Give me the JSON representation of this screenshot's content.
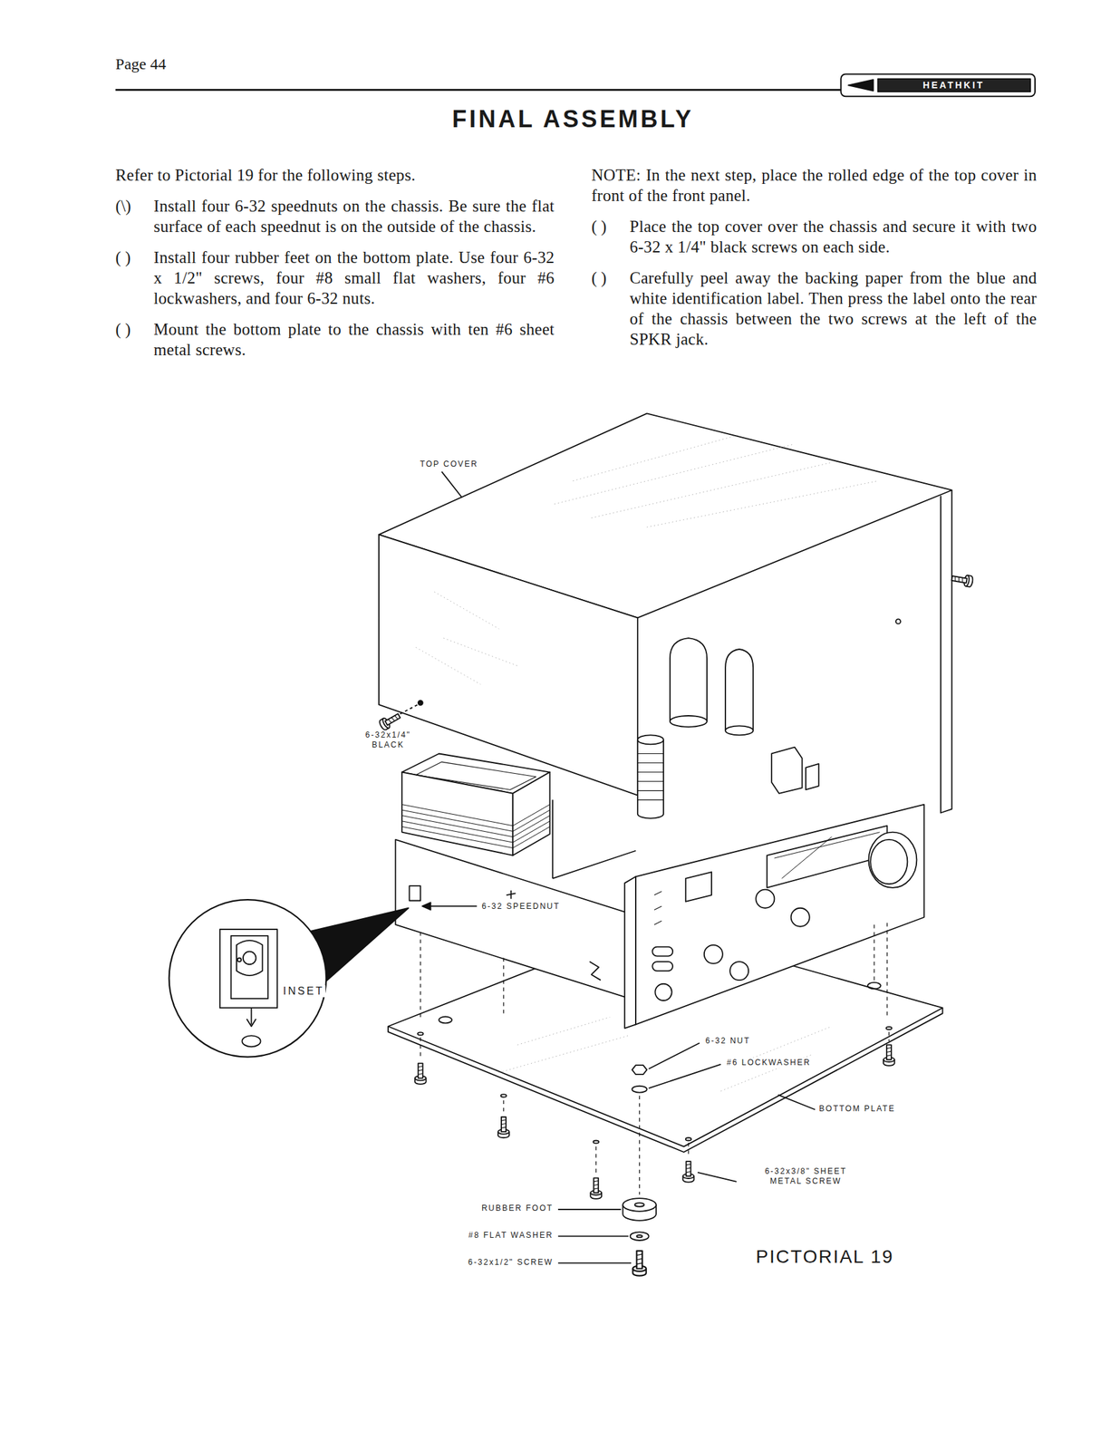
{
  "diagram": {
    "title": "FINAL ASSEMBLY",
    "caption": "PICTORIAL 19",
    "labels": [
      "Page 44",
      "HEATHKIT",
      "Refer to Pictorial 19 for the following steps.",
      "(\\)",
      "Install four 6-32 speednuts on the chassis. Be sure the flat surface of each speednut is on the outside of the chassis.",
      "( )",
      "Install four rubber feet on the bottom plate. Use four 6-32 x 1/2\" screws, four #8 small flat washers, four #6 lockwashers, and four 6-32 nuts.",
      "( )",
      "Mount the bottom plate to the chassis with ten #6 sheet metal screws.",
      "NOTE: In the next step, place the rolled edge of the top cover in front of the front panel.",
      "( )",
      "Place the top cover over the chassis and secure it with two 6-32 x 1/4\" black screws on each side.",
      "( )",
      "Carefully peel away the backing paper from the blue and white identification label. Then press the label onto the rear of the chassis between the two screws at the left of the SPKR jack.",
      "TOP COVER",
      "6-32x1/4\" BLACK",
      "6-32 SPEEDNUT",
      "INSET",
      "6-32 NUT",
      "#6 LOCKWASHER",
      "BOTTOM PLATE",
      "6-32x3/8\" SHEET METAL SCREW",
      "RUBBER FOOT",
      "#8 FLAT WASHER",
      "6-32x1/2\" SCREW"
    ]
  }
}
